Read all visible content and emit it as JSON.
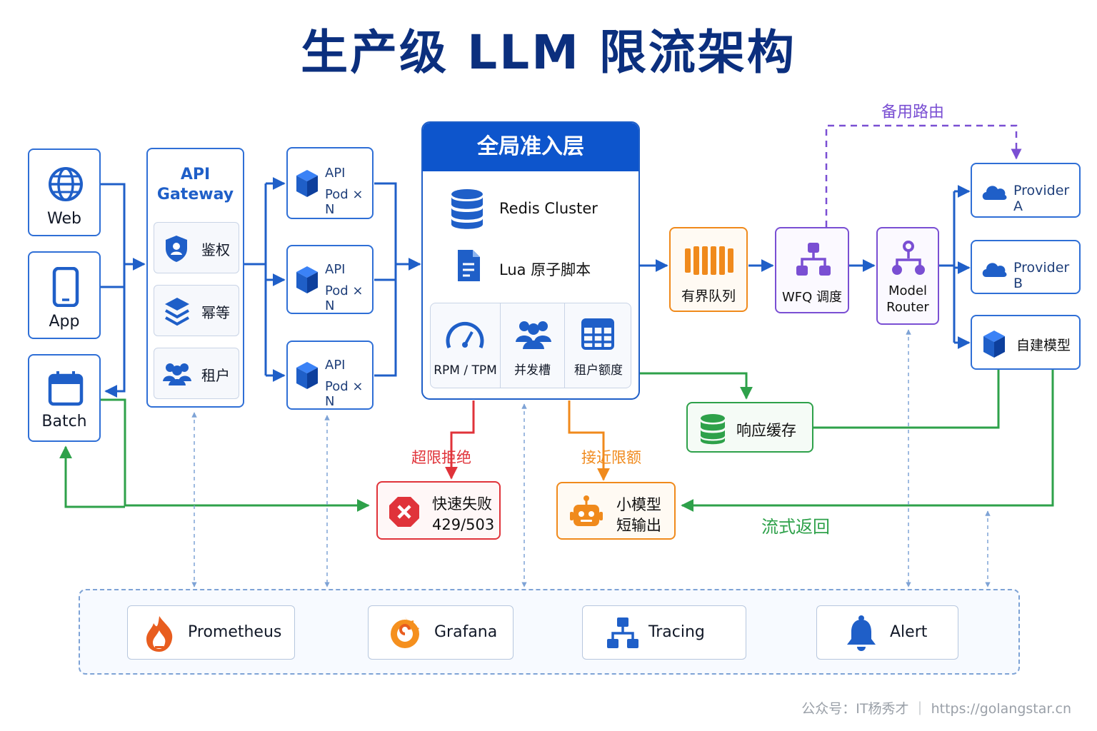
{
  "title": "生产级 LLM 限流架构",
  "clients": {
    "web": "Web",
    "app": "App",
    "batch": "Batch"
  },
  "gateway": {
    "title_line1": "API",
    "title_line2": "Gateway",
    "items": [
      "鉴权",
      "幂等",
      "租户"
    ]
  },
  "pods": {
    "line1": "API",
    "line2": "Pod × N"
  },
  "admission": {
    "title": "全局准入层",
    "redis": "Redis Cluster",
    "lua": "Lua 原子脚本",
    "metrics": [
      "RPM / TPM",
      "并发槽",
      "租户额度"
    ]
  },
  "pipeline": {
    "queue": "有界队列",
    "wfq": "WFQ 调度",
    "router_line1": "Model",
    "router_line2": "Router"
  },
  "providers": [
    "Provider A",
    "Provider B",
    "自建模型"
  ],
  "fallback_route": "备用路由",
  "cache": "响应缓存",
  "reject_label": "超限拒绝",
  "fail_fast": {
    "line1": "快速失败",
    "line2": "429/503"
  },
  "near_limit_label": "接近限额",
  "small_model": {
    "line1": "小模型",
    "line2": "短输出"
  },
  "stream_return": "流式返回",
  "observability": [
    "Prometheus",
    "Grafana",
    "Tracing",
    "Alert"
  ],
  "footer": "公众号：IT杨秀才 ｜ https://golangstar.cn",
  "colors": {
    "primary": "#1f5fc8",
    "title": "#0b2f7e",
    "queue": "#f08a1c",
    "scheduler": "#7a4fd3",
    "cache": "#2ea14a",
    "reject": "#e0333a"
  }
}
